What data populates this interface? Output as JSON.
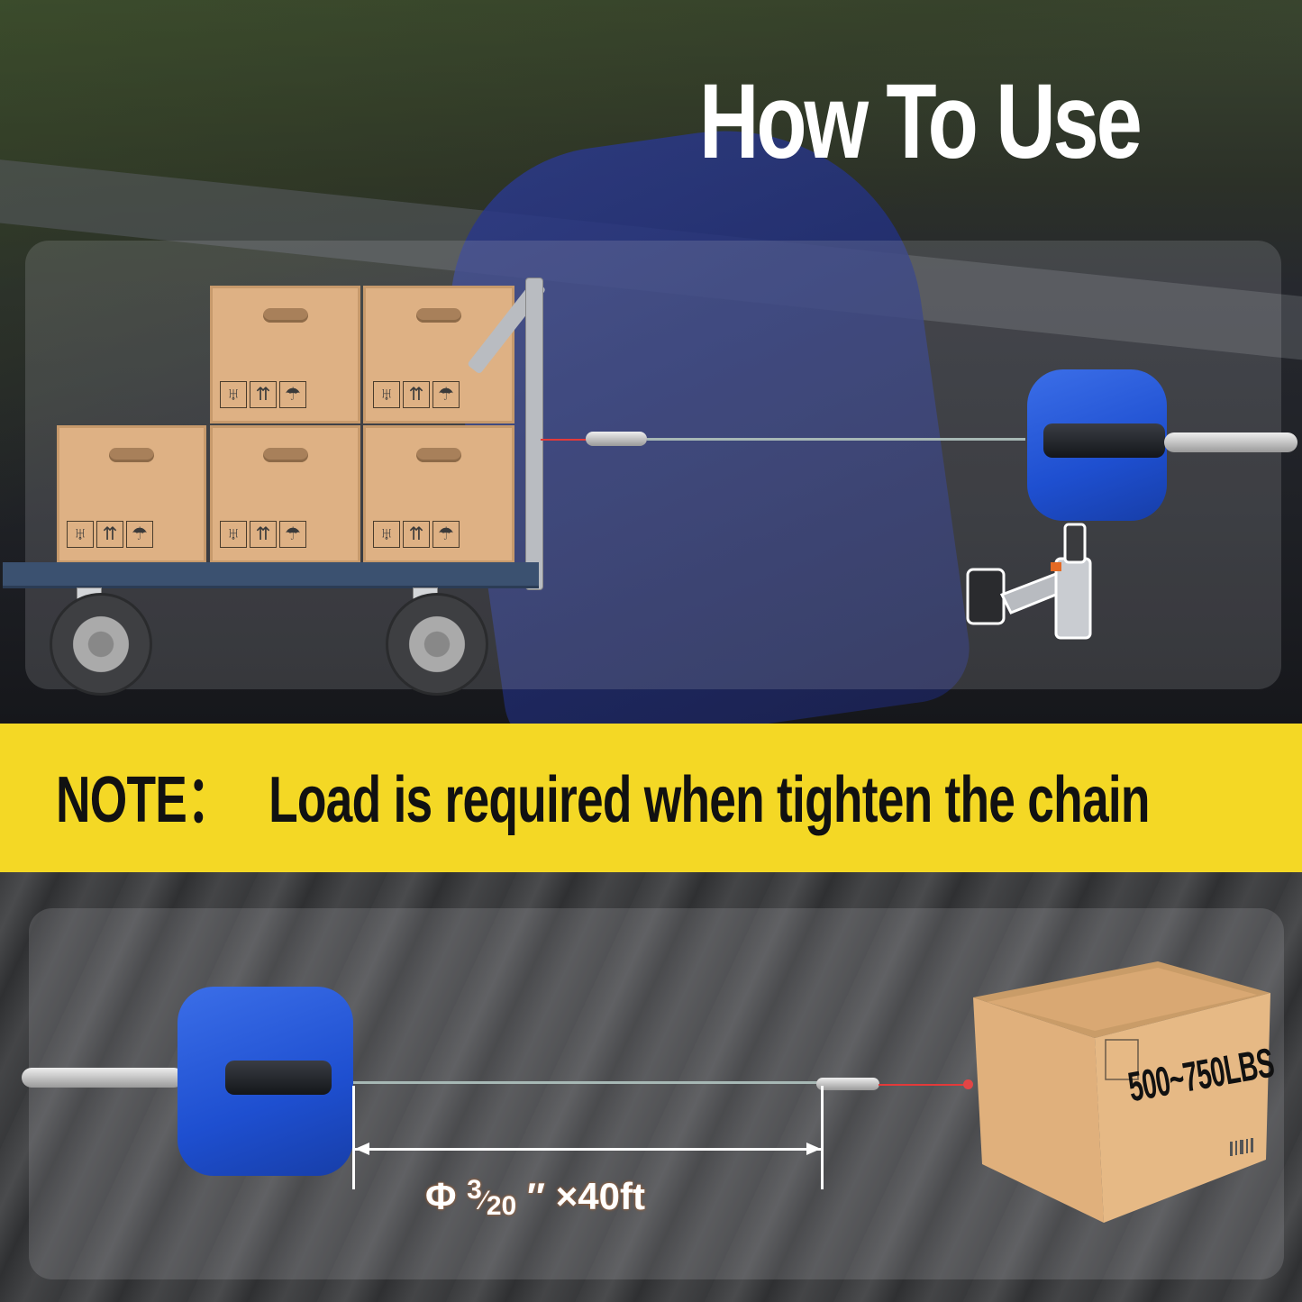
{
  "header": {
    "title": "How To Use"
  },
  "note": {
    "label": "NOTE：",
    "message": "Load is required when tighten the chain",
    "band_color": "#f4d825"
  },
  "top_panel": {
    "scene": "cart-with-boxes-pulled-by-hoist",
    "box_icons": [
      "fragile-glass-icon",
      "this-way-up-icon",
      "keep-dry-umbrella-icon"
    ],
    "box_icon_glyphs": [
      "♅",
      "⇈",
      "☂"
    ],
    "box_count": 5,
    "tool": "cordless-drill"
  },
  "bottom_panel": {
    "measurement": {
      "symbol": "Φ",
      "numerator": "3",
      "denominator": "20",
      "unit_mark": "″",
      "times": "×",
      "length": "40ft"
    },
    "load_box_label": "500~750LBS"
  },
  "colors": {
    "hoist_blue": "#1e4fd0",
    "box_tan": "#deb184",
    "cable_red": "#e23a3a",
    "title_white": "#ffffff"
  }
}
